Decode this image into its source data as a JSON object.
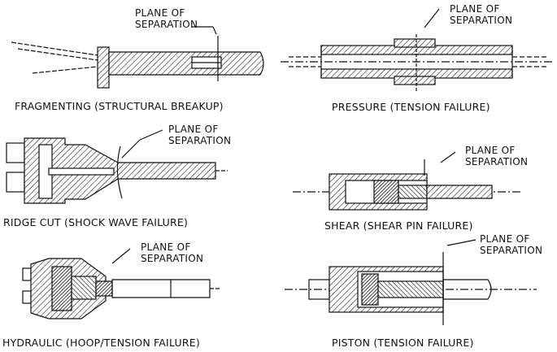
{
  "plane_label": {
    "line1": "PLANE OF",
    "line2": "SEPARATION"
  },
  "panels": [
    {
      "id": "fragmenting",
      "caption": "FRAGMENTING (STRUCTURAL BREAKUP)"
    },
    {
      "id": "pressure",
      "caption": "PRESSURE (TENSION FAILURE)"
    },
    {
      "id": "ridge-cut",
      "caption": "RIDGE CUT (SHOCK WAVE FAILURE)"
    },
    {
      "id": "shear",
      "caption": "SHEAR (SHEAR PIN FAILURE)"
    },
    {
      "id": "hydraulic",
      "caption": "HYDRAULIC (HOOP/TENSION FAILURE)"
    },
    {
      "id": "piston",
      "caption": "PISTON (TENSION FAILURE)"
    }
  ],
  "colors": {
    "ink": "#111111",
    "paper": "#ffffff"
  }
}
